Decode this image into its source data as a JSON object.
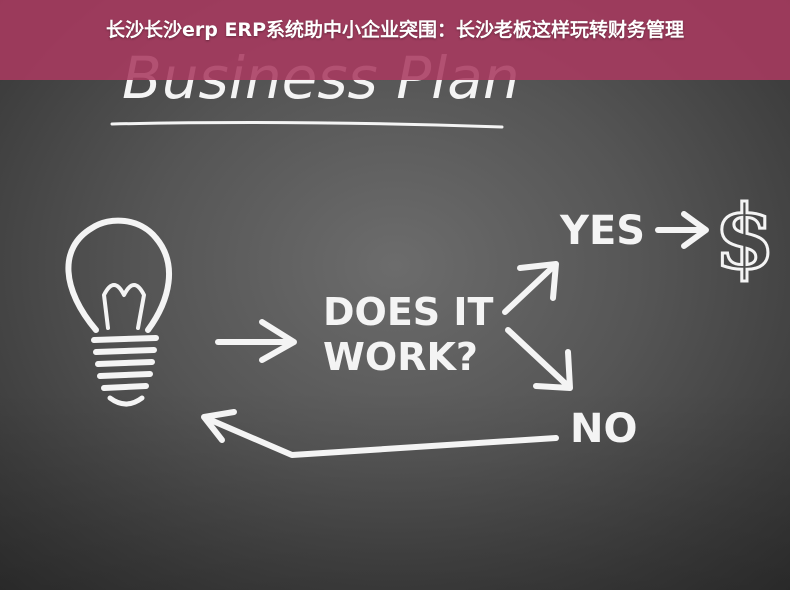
{
  "banner": {
    "title": "长沙长沙erp ERP系统助中小企业突围：长沙老板这样玩转财务管理"
  },
  "chalkboard": {
    "heading": "Business Plan",
    "question_line1": "DOES IT",
    "question_line2": "WORK?",
    "yes_label": "YES",
    "no_label": "NO",
    "dollar_symbol": "$"
  }
}
